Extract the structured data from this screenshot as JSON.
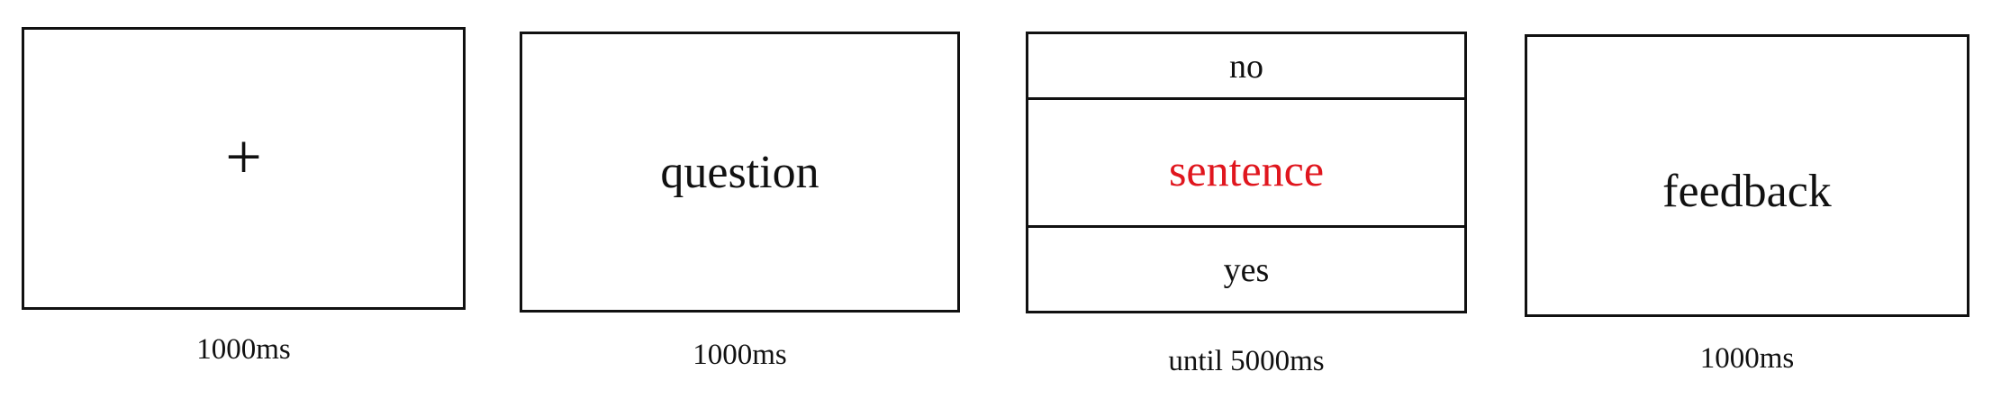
{
  "frames": [
    {
      "stimulus": "+",
      "duration": "1000ms"
    },
    {
      "stimulus": "question",
      "duration": "1000ms"
    },
    {
      "top_option": "no",
      "stimulus": "sentence",
      "bottom_option": "yes",
      "duration": "until 5000ms"
    },
    {
      "stimulus": "feedback",
      "duration": "1000ms"
    }
  ],
  "colors": {
    "border": "#111111",
    "text": "#111111",
    "highlight": "#e0161e"
  }
}
